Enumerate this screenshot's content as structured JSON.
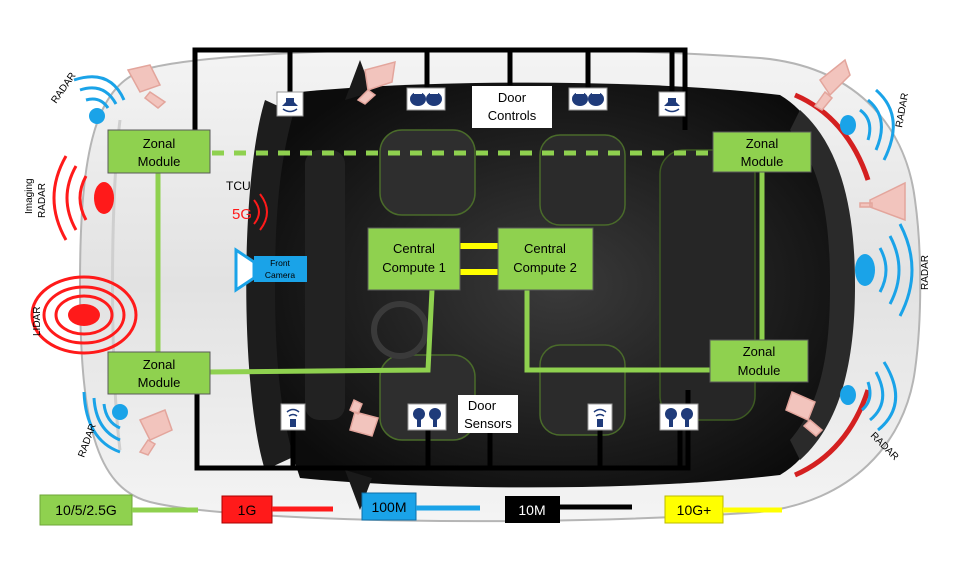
{
  "modules": {
    "zonal_front_left": [
      "Zonal",
      "Module"
    ],
    "zonal_front_right": [
      "Zonal",
      "Module"
    ],
    "zonal_rear_left": [
      "Zonal",
      "Module"
    ],
    "zonal_rear_right": [
      "Zonal",
      "Module"
    ],
    "central_1": [
      "Central",
      "Compute 1"
    ],
    "central_2": [
      "Central",
      "Compute 2"
    ]
  },
  "door_controls": [
    "Door",
    "Controls"
  ],
  "door_sensors": [
    "Door",
    "Sensors"
  ],
  "tcu": {
    "label": "TCU",
    "band": "5G"
  },
  "front_camera": [
    "Front",
    "Camera"
  ],
  "sensor_labels": {
    "radar": "RADAR",
    "imaging_radar": [
      "Imaging",
      "RADAR"
    ],
    "lidar": "LIDAR"
  },
  "legend": [
    {
      "label": "10/5/2.5G",
      "box": "#8fd14f",
      "line": "#8fd14f"
    },
    {
      "label": "1G",
      "box": "#ff1a1a",
      "line": "#ff1a1a"
    },
    {
      "label": "100M",
      "box": "#1aa3e8",
      "line": "#1aa3e8"
    },
    {
      "label": "10M",
      "box": "#000000",
      "line": "#000000"
    },
    {
      "label": "10G+",
      "box": "#ffff00",
      "line": "#ffff00"
    }
  ],
  "colors": {
    "green": "#8fd14f",
    "red": "#ff1a1a",
    "blue": "#1aa3e8",
    "black": "#000000",
    "yellow": "#ffff00",
    "pink": "#f2c4bd"
  }
}
